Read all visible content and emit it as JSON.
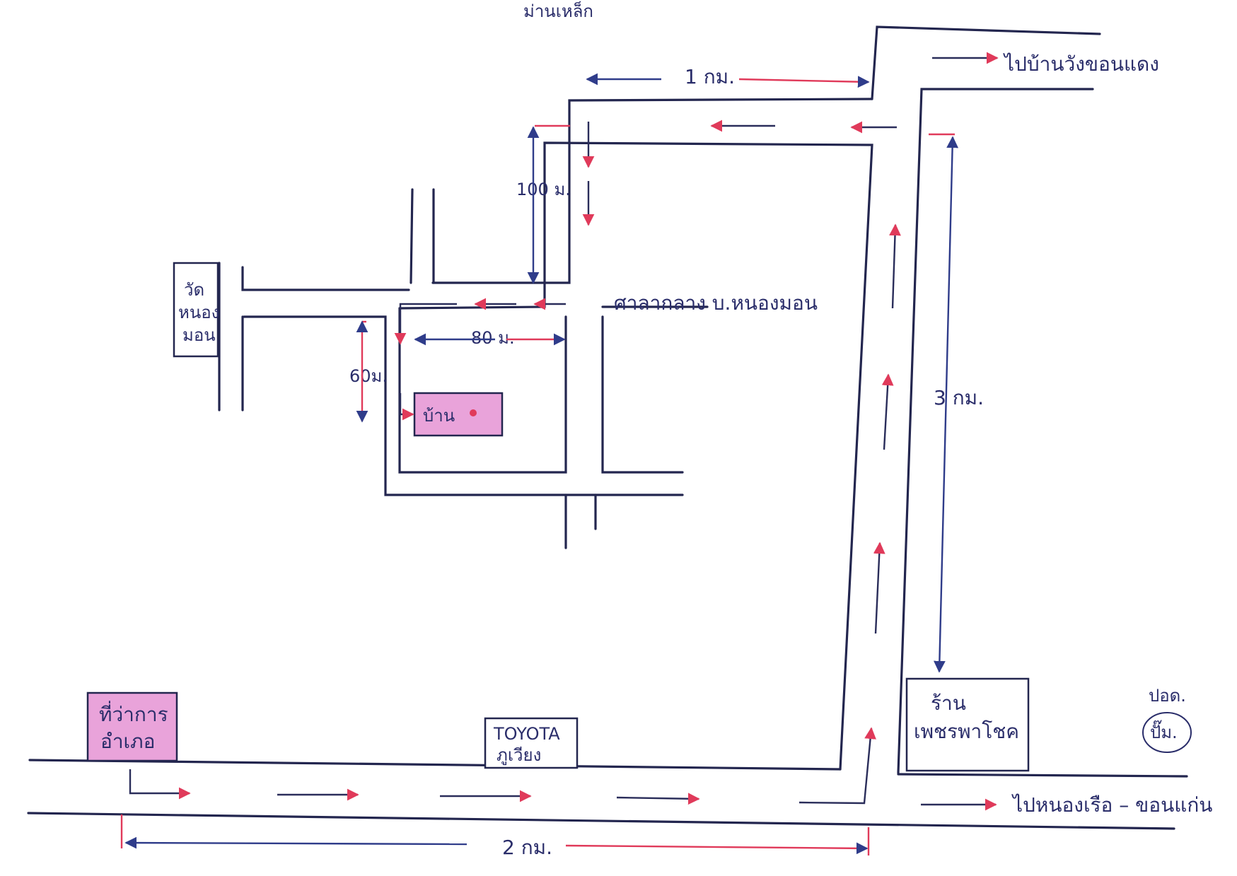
{
  "map": {
    "top_note": "ม่านเหล็ก",
    "labels": {
      "wat": [
        "วัด",
        "หนอง",
        "มอน"
      ],
      "sala": "ศาลากลาง บ.หนองมอน",
      "house": "บ้าน",
      "office": [
        "ที่ว่าการ",
        "อำเภอ"
      ],
      "toyota": [
        "TOYOTA",
        "ภูเวียง"
      ],
      "shop": [
        "ร้าน",
        "เพชรพาโชค"
      ],
      "to_wang": "ไปบ้านวังขอนแดง",
      "to_khonkaen": "ไปหนองเรือ – ขอนแก่น",
      "signature": [
        "ปอด.",
        "ปั๊ม."
      ]
    },
    "distances": {
      "d_1km": "1 กม.",
      "d_100m": "100 ม.",
      "d_80m": "80 ม.",
      "d_60m": "60ม.",
      "d_3km": "3 กม.",
      "d_2km": "2 กม."
    },
    "colors": {
      "road": "#23264f",
      "arrow_red": "#e03a5a",
      "arrow_blue": "#2f3c8a",
      "highlight": "#e9a3da"
    }
  }
}
